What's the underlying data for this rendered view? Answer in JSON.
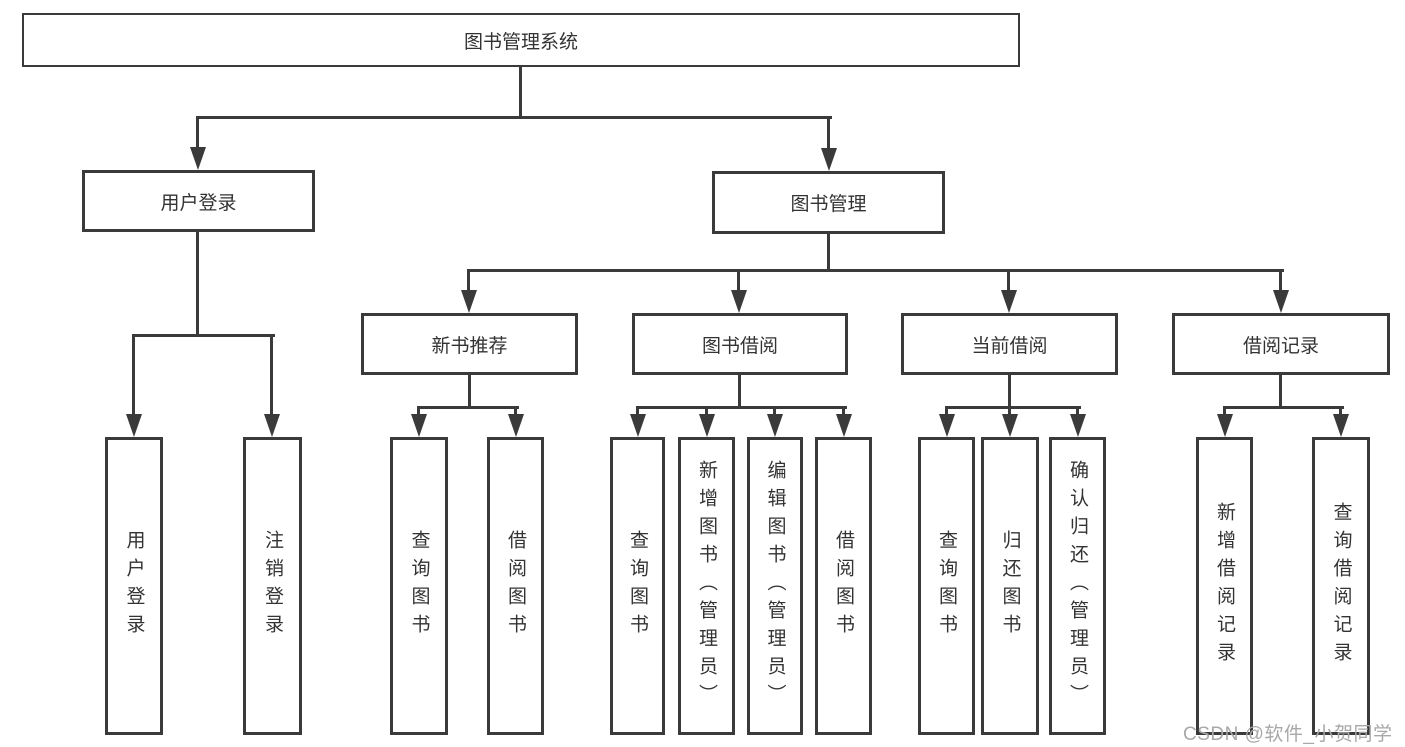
{
  "diagram": {
    "root": {
      "label": "图书管理系统",
      "children": [
        {
          "label": "用户登录",
          "children": [
            {
              "label": "用户登录"
            },
            {
              "label": "注销登录"
            }
          ]
        },
        {
          "label": "图书管理",
          "children": [
            {
              "label": "新书推荐",
              "children": [
                {
                  "label": "查询图书"
                },
                {
                  "label": "借阅图书"
                }
              ]
            },
            {
              "label": "图书借阅",
              "children": [
                {
                  "label": "查询图书"
                },
                {
                  "label": "新增图书（管理员）"
                },
                {
                  "label": "编辑图书（管理员）"
                },
                {
                  "label": "借阅图书"
                }
              ]
            },
            {
              "label": "当前借阅",
              "children": [
                {
                  "label": "查询图书"
                },
                {
                  "label": "归还图书"
                },
                {
                  "label": "确认归还（管理员）"
                }
              ]
            },
            {
              "label": "借阅记录",
              "children": [
                {
                  "label": "新增借阅记录"
                },
                {
                  "label": "查询借阅记录"
                }
              ]
            }
          ]
        }
      ]
    },
    "watermark": {
      "label": "CSDN @软件_小贺同学"
    },
    "colors": {
      "line": "#3a3a3a",
      "box_border": "#3a3a3a",
      "text": "#333333",
      "watermark": "#a8a8a8",
      "background": "#ffffff"
    }
  }
}
